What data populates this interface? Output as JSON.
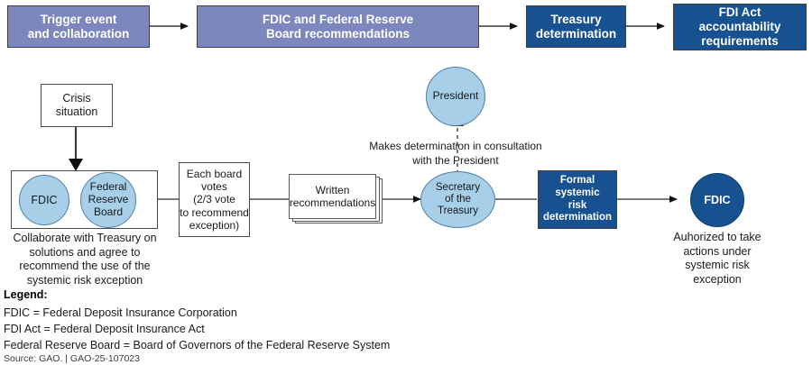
{
  "banner": {
    "steps": [
      {
        "label": "Trigger event\nand collaboration",
        "style": "medium-blue"
      },
      {
        "label": "FDIC and Federal Reserve\nBoard recommendations",
        "style": "medium-blue"
      },
      {
        "label": "Treasury\ndetermination",
        "style": "dark-blue"
      },
      {
        "label": "FDI Act\naccountability\nrequirements",
        "style": "dark-blue"
      }
    ]
  },
  "flow": {
    "crisis_box": "Crisis\nsituation",
    "agency_group": {
      "circles": [
        "FDIC",
        "Federal\nReserve\nBoard"
      ],
      "caption": "Collaborate with Treasury on\nsolutions and agree to\nrecommend the use of the\nsystemic risk exception"
    },
    "vote_box": "Each board\nvotes\n(2/3 vote\nto recommend\nexception)",
    "documents": "Written\nrecommendations",
    "president_circle": "President",
    "president_note": "Makes determination in consultation\nwith the President",
    "secretary_circle": "Secretary\nof the\nTreasury",
    "determination_box": "Formal\nsystemic\nrisk\ndetermination",
    "final_circle": "FDIC",
    "final_caption": "Auhorized to take\nactions under\nsystemic risk\nexception"
  },
  "legend": {
    "title": "Legend:",
    "entries": [
      "FDIC = Federal Deposit Insurance Corporation",
      "FDI Act = Federal Deposit Insurance Act",
      "Federal Reserve Board = Board of Governors of the Federal Reserve System"
    ],
    "source": "Source: GAO.  |  GAO-25-107023"
  },
  "colors": {
    "medium_blue": "#7b87bd",
    "dark_blue": "#17518f",
    "light_blue": "#a8cfe8",
    "connector": "#2b2b2b"
  }
}
